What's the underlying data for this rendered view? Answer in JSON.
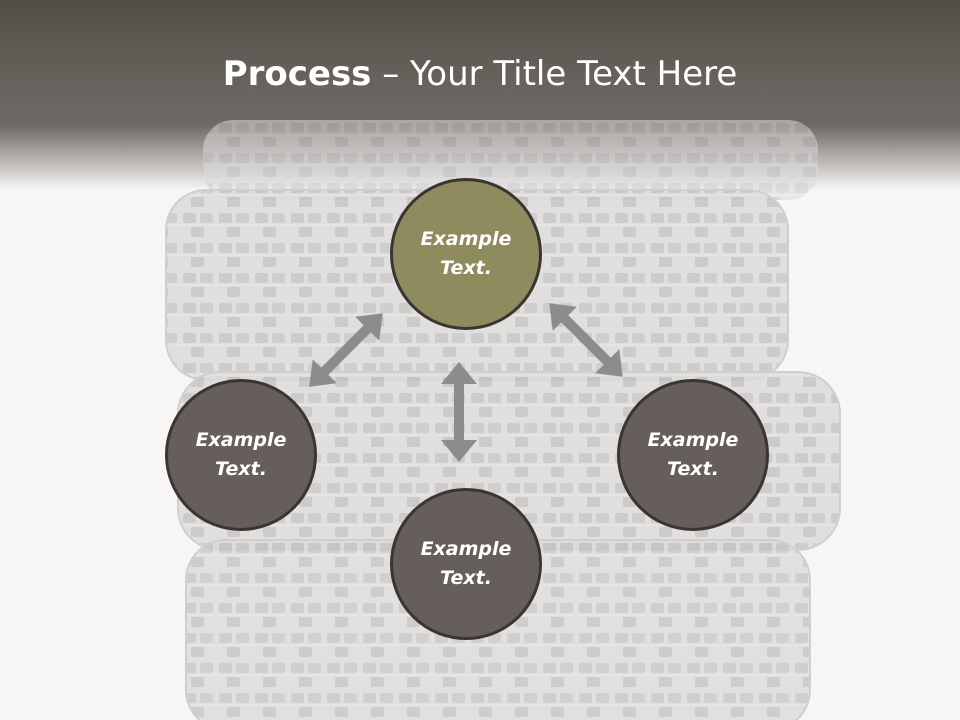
{
  "title": {
    "bold": "Process",
    "rest": " – Your Title Text Here"
  },
  "nodes": {
    "top": {
      "text": "Example Text.",
      "color": "#8e8c5e"
    },
    "left": {
      "text": "Example Text.",
      "color": "#655e5a"
    },
    "right": {
      "text": "Example Text.",
      "color": "#655e5a"
    },
    "bottom": {
      "text": "Example Text.",
      "color": "#655e5a"
    }
  },
  "colors": {
    "header": "#5c5652",
    "background": "#f7f6f5",
    "arrow": "#8c8c8c",
    "node_border": "#3a3533"
  }
}
